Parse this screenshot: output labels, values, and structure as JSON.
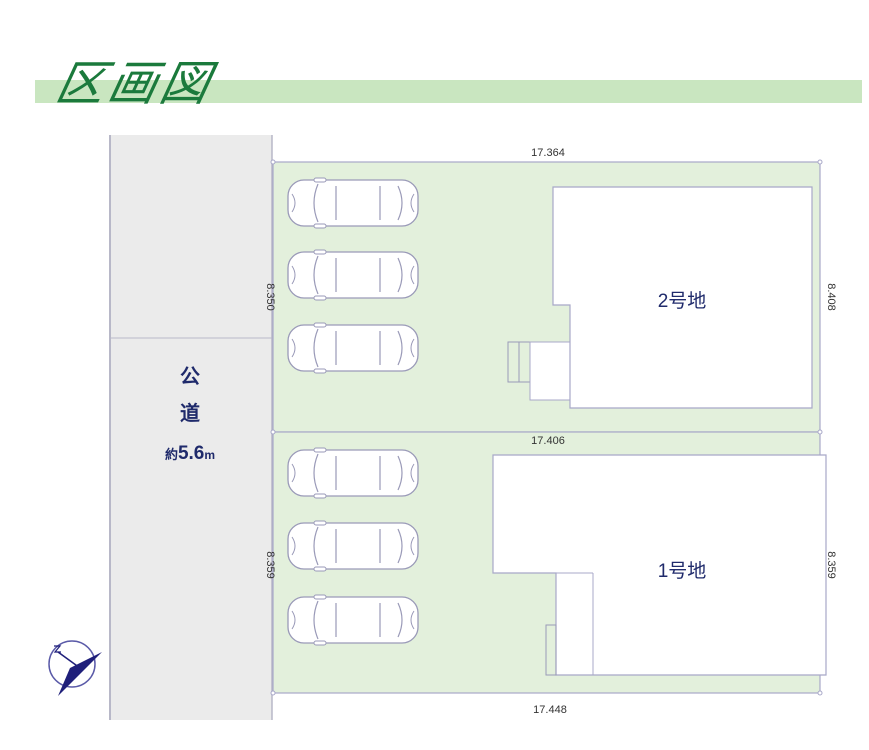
{
  "title": "区画図",
  "road": {
    "char1": "公",
    "char2": "道",
    "width_prefix": "約",
    "width_value": "5.6",
    "width_unit": "m"
  },
  "lots": [
    {
      "label": "2号地",
      "top": "17.364",
      "left": "8.350",
      "right": "8.408",
      "bottom": "17.406"
    },
    {
      "label": "1号地",
      "left": "8.359",
      "right": "8.359",
      "bottom": "17.448"
    }
  ],
  "colors": {
    "title": "#1b7a3c",
    "band": "#c9e6c0",
    "lot_fill": "#e3f0dc",
    "road_fill": "#ebebeb",
    "outline": "#a8a8c8",
    "text": "#1f2a6b"
  },
  "compass_icon": "north-arrow-icon"
}
